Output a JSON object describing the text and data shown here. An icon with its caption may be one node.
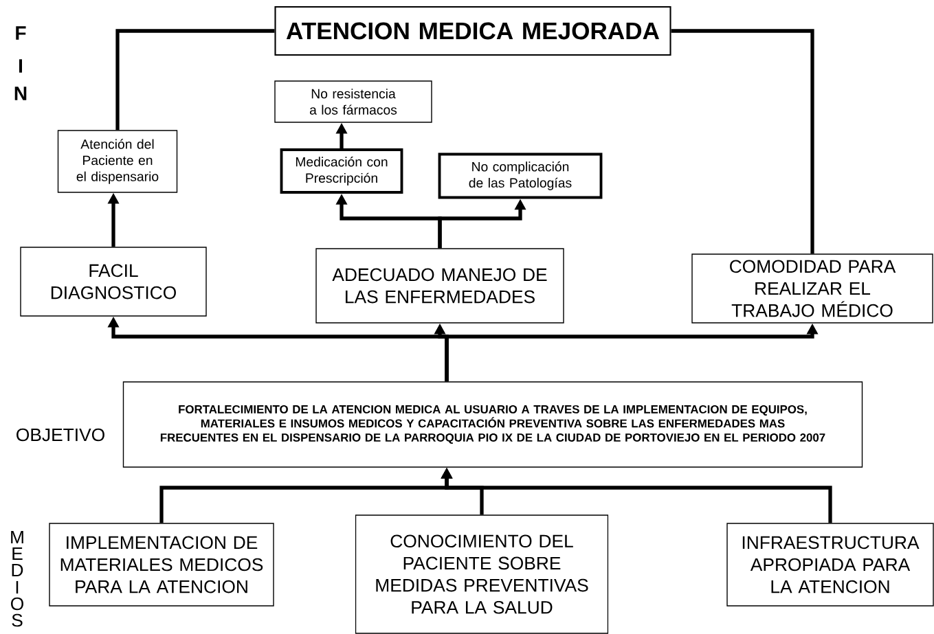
{
  "diagram": {
    "nodes": [
      {
        "text": [
          "ATENCION MEDICA MEJORADA"
        ]
      },
      {
        "text": [
          "No resistencia a los fármacos"
        ]
      },
      {
        "text": [
          "Atención del Paciente en el dispensario"
        ]
      },
      {
        "text": [
          "Medicación con Prescripción"
        ]
      },
      {
        "text": [
          "No complicación de las Patologías"
        ]
      },
      {
        "text": [
          "FACIL DIAGNOSTICO"
        ]
      },
      {
        "text": [
          "ADECUADO MANEJO DE LAS ENFERMEDADES"
        ]
      },
      {
        "text": [
          "COMODIDAD PARA REALIZAR EL TRABAJO MÉDICO"
        ]
      },
      {
        "text": [
          "FORTALECIMIENTO DE LA ATENCION MEDICA AL USUARIO A TRAVES DE LA IMPLEMENTACION DE EQUIPOS, MATERIALES E INSUMOS MEDICOS Y CAPACITACIÓN PREVENTIVA SOBRE LAS ENFERMEDADES MAS FRECUENTES EN EL DISPENSARIO DE LA PARROQUIA PIO IX DE LA CIUDAD DE PORTOVIEJO EN EL PERIODO 2007"
        ]
      },
      {
        "text": [
          "IMPLEMENTACION DE MATERIALES MEDICOS PARA LA ATENCION"
        ]
      },
      {
        "text": [
          "CONOCIMIENTO DEL PACIENTE SOBRE MEDIDAS PREVENTIVAS PARA LA SALUD"
        ]
      },
      {
        "text": [
          "INFRAESTRUCTURA APROPIADA PARA LA ATENCION"
        ]
      }
    ],
    "edges": [
      {
        "from": 2,
        "to": 0,
        "arrow": "none"
      },
      {
        "from": 7,
        "to": 0,
        "arrow": "none"
      },
      {
        "from": 5,
        "to": 2,
        "arrow": "to"
      },
      {
        "from": 6,
        "to": 3,
        "arrow": "to"
      },
      {
        "from": 6,
        "to": 4,
        "arrow": "to"
      },
      {
        "from": 3,
        "to": 1,
        "arrow": "to"
      },
      {
        "from": 8,
        "to": 5,
        "arrow": "to"
      },
      {
        "from": 8,
        "to": 6,
        "arrow": "to"
      },
      {
        "from": 8,
        "to": 7,
        "arrow": "to"
      },
      {
        "from": 9,
        "to": 8,
        "arrow": "to"
      },
      {
        "from": 10,
        "to": 8,
        "arrow": "to"
      },
      {
        "from": 11,
        "to": 8,
        "arrow": "to"
      }
    ],
    "labels": [
      "F",
      "I",
      "N",
      "OBJETIVO",
      "M",
      "E",
      "D",
      "I",
      "O",
      "S"
    ]
  }
}
